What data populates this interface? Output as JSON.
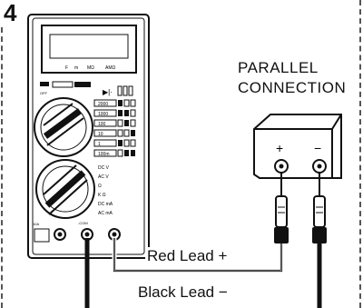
{
  "figure": {
    "step_number": "4",
    "title_line1": "PARALLEL",
    "title_line2": "CONNECTION"
  },
  "leads": {
    "red": "Red Lead +",
    "black": "Black Lead −"
  },
  "source": {
    "plus": "+",
    "minus": "−"
  }
}
